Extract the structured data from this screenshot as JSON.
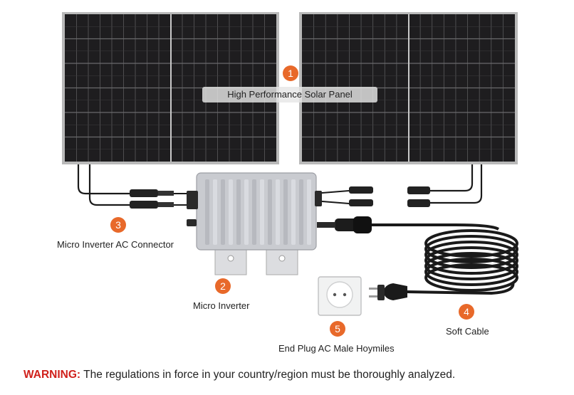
{
  "colors": {
    "badge": "#e8692a",
    "warning": "#d0211c",
    "panel_cell": "#1e1d1f",
    "panel_frame": "#b9b9b9",
    "inverter": "#c9cbd0",
    "cable": "#1a1a1a"
  },
  "components": {
    "panel": {
      "number": "1",
      "label": "High Performance Solar Panel"
    },
    "inverter": {
      "number": "2",
      "label": "Micro Inverter"
    },
    "connector": {
      "number": "3",
      "label": "Micro Inverter AC Connector"
    },
    "cable": {
      "number": "4",
      "label": "Soft Cable"
    },
    "plug": {
      "number": "5",
      "label": "End Plug AC Male Hoymiles"
    }
  },
  "warning": {
    "key": "WARNING:",
    "text": " The regulations in force in your country/region must be thoroughly analyzed."
  }
}
